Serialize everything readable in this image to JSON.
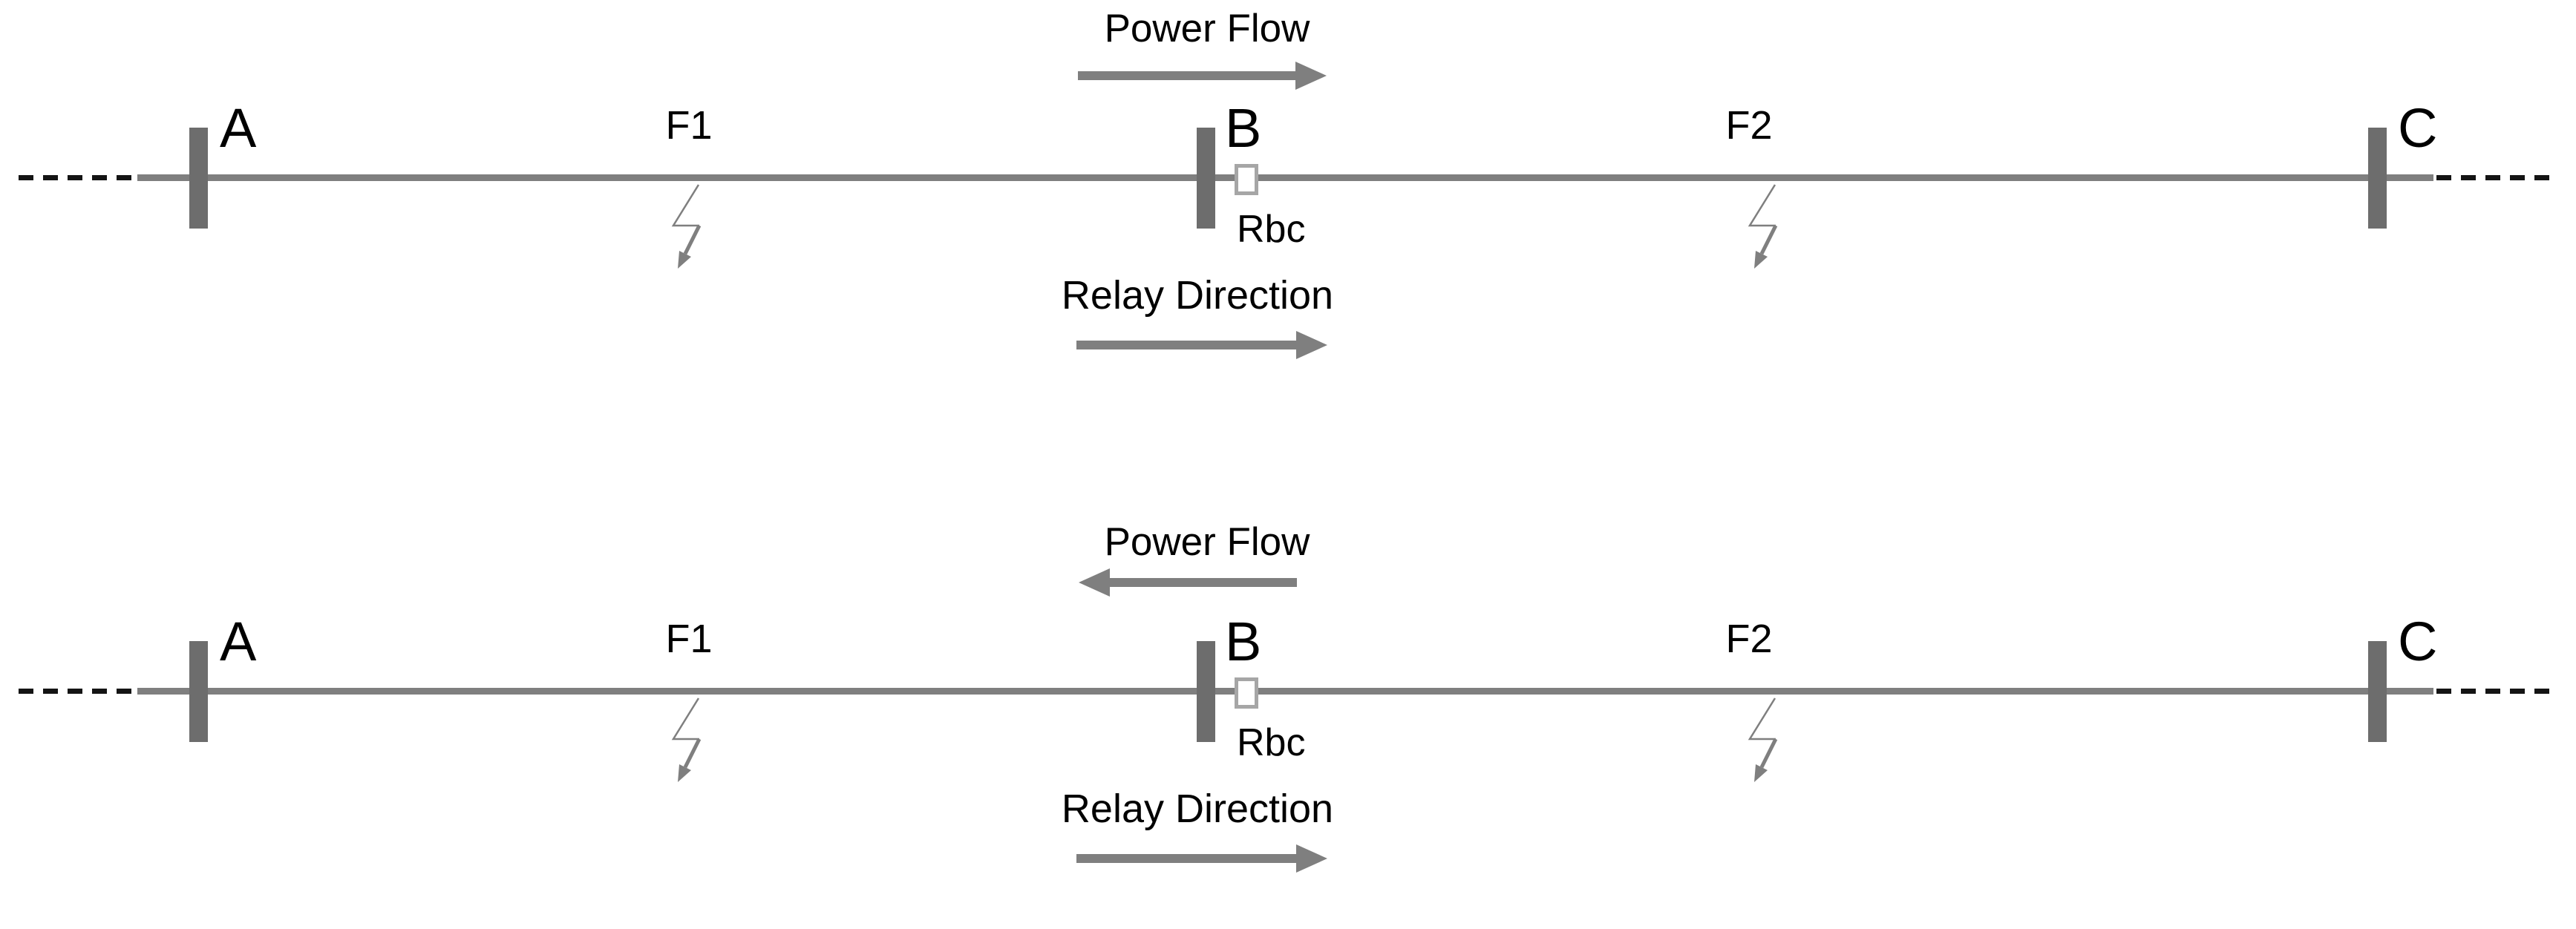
{
  "colors": {
    "diagram-gray": "#7f7f7f",
    "bus-gray": "#6d6d6d",
    "dash-black": "#141414",
    "relay-border": "#a6a6a6",
    "text-black": "#000000",
    "background": "#ffffff"
  },
  "diagrams": [
    {
      "power_flow_label": "Power Flow",
      "power_flow_direction": "right",
      "relay_direction_label": "Relay Direction",
      "relay_direction_arrow": "right",
      "bus_a": "A",
      "bus_b": "B",
      "bus_c": "C",
      "fault_1": "F1",
      "fault_2": "F2",
      "relay": "Rbc"
    },
    {
      "power_flow_label": "Power Flow",
      "power_flow_direction": "left",
      "relay_direction_label": "Relay Direction",
      "relay_direction_arrow": "right",
      "bus_a": "A",
      "bus_b": "B",
      "bus_c": "C",
      "fault_1": "F1",
      "fault_2": "F2",
      "relay": "Rbc"
    }
  ]
}
